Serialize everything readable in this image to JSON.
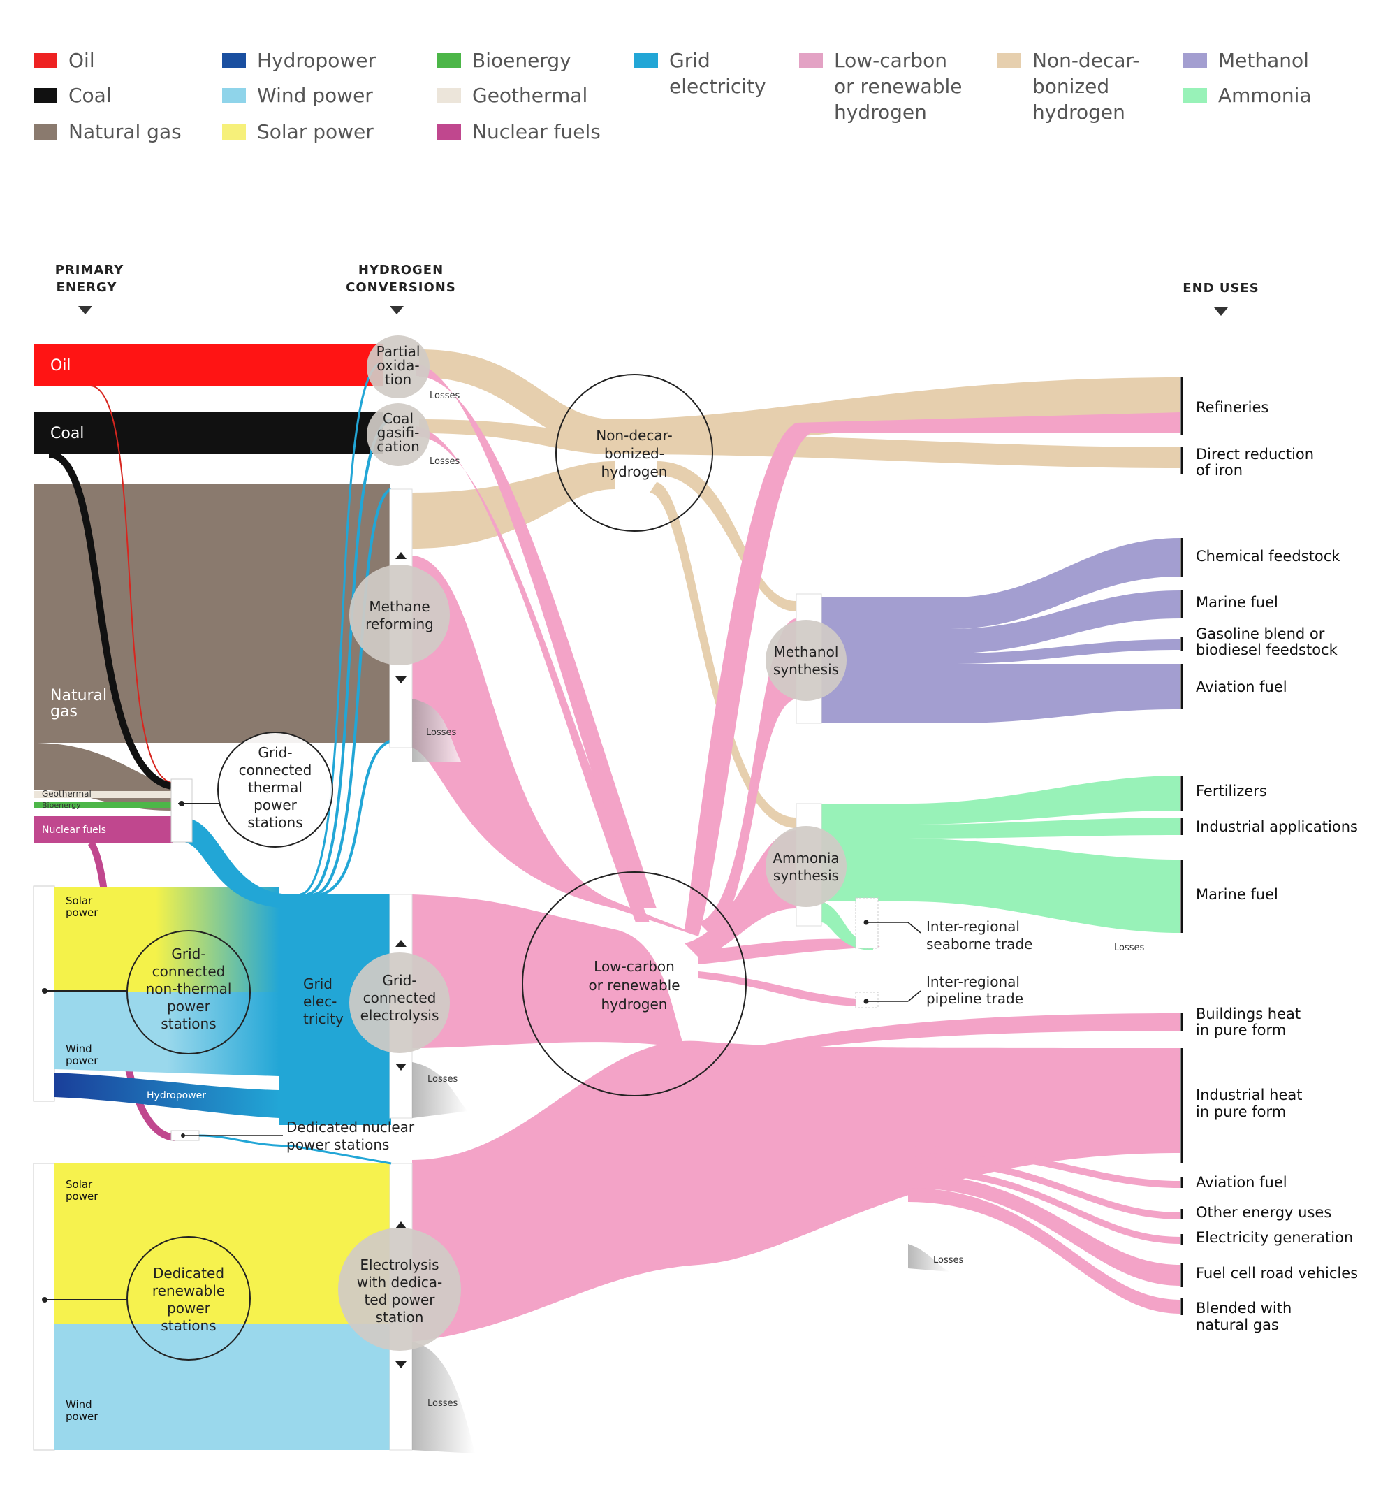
{
  "legend": [
    {
      "label": "Oil",
      "color": "#ee2222"
    },
    {
      "label": "Coal",
      "color": "#111111"
    },
    {
      "label": "Natural gas",
      "color": "#8a7a6e"
    },
    {
      "label": "Hydropower",
      "color": "#1a4fa0"
    },
    {
      "label": "Wind power",
      "color": "#8fd4ea"
    },
    {
      "label": "Solar power",
      "color": "#f6f07a"
    },
    {
      "label": "Bioenergy",
      "color": "#4cb648"
    },
    {
      "label": "Geothermal",
      "color": "#ece5da"
    },
    {
      "label": "Nuclear fuels",
      "color": "#c0478e"
    },
    {
      "label": "Grid\nelectricity",
      "color": "#22a6d6"
    },
    {
      "label": "Low-carbon\nor renewable\nhydrogen",
      "color": "#e3a2c4"
    },
    {
      "label": "Non-decar-\nbonized\nhydrogen",
      "color": "#e6cfae"
    },
    {
      "label": "Methanol",
      "color": "#a39ed0"
    },
    {
      "label": "Ammonia",
      "color": "#98f2b8"
    }
  ],
  "headers": {
    "primary_energy": [
      "PRIMARY",
      "ENERGY"
    ],
    "hydrogen_conversions": [
      "HYDROGEN",
      "CONVERSIONS"
    ],
    "end_uses": [
      "END USES"
    ]
  },
  "sources": {
    "oil": "Oil",
    "coal": "Coal",
    "natural_gas": [
      "Natural",
      "gas"
    ],
    "geothermal": "Geothermal",
    "bioenergy": "Bioenergy",
    "nuclear": "Nuclear fuels",
    "solar_1": [
      "Solar",
      "power"
    ],
    "wind_1": [
      "Wind",
      "power"
    ],
    "hydropower": "Hydropower",
    "solar_2": [
      "Solar",
      "power"
    ],
    "wind_2": [
      "Wind",
      "power"
    ]
  },
  "nodes": {
    "partial_oxidation": [
      "Partial",
      "oxida-",
      "tion"
    ],
    "coal_gasification": [
      "Coal",
      "gasifi-",
      "cation"
    ],
    "methane_reforming": [
      "Methane",
      "reforming"
    ],
    "grid_thermal": [
      "Grid-",
      "connected",
      "thermal",
      "power",
      "stations"
    ],
    "grid_nonthermal": [
      "Grid-",
      "connected",
      "non-thermal",
      "power",
      "stations"
    ],
    "grid_electricity": [
      "Grid",
      "elec-",
      "tricity"
    ],
    "grid_electrolysis": [
      "Grid-",
      "connected",
      "electrolysis"
    ],
    "dedicated_nuclear": [
      "Dedicated nuclear",
      "power stations"
    ],
    "dedicated_renewable": [
      "Dedicated",
      "renewable",
      "power",
      "stations"
    ],
    "electrolysis_dedicated": [
      "Electrolysis",
      "with dedica-",
      "ted power",
      "station"
    ],
    "non_decarbonized": [
      "Non-decar-",
      "bonized-",
      "hydrogen"
    ],
    "low_carbon": [
      "Low-carbon",
      "or renewable",
      "hydrogen"
    ],
    "methanol_synthesis": [
      "Methanol",
      "synthesis"
    ],
    "ammonia_synthesis": [
      "Ammonia",
      "synthesis"
    ],
    "seaborne": [
      "Inter-regional",
      "seaborne trade"
    ],
    "pipeline": [
      "Inter-regional",
      "pipeline trade"
    ],
    "losses": "Losses"
  },
  "end_uses": [
    [
      "Refineries"
    ],
    [
      "Direct reduction",
      "of iron"
    ],
    [
      "Chemical feedstock"
    ],
    [
      "Marine fuel"
    ],
    [
      "Gasoline blend or",
      "biodiesel feedstock"
    ],
    [
      "Aviation fuel"
    ],
    [
      "Fertilizers"
    ],
    [
      "Industrial applications"
    ],
    [
      "Marine fuel"
    ],
    [
      "Buildings heat",
      "in pure form"
    ],
    [
      "Industrial heat",
      "in pure form"
    ],
    [
      "Aviation fuel"
    ],
    [
      "Other energy uses"
    ],
    [
      "Electricity generation"
    ],
    [
      "Fuel cell road vehicles"
    ],
    [
      "Blended with",
      "natural gas"
    ]
  ]
}
